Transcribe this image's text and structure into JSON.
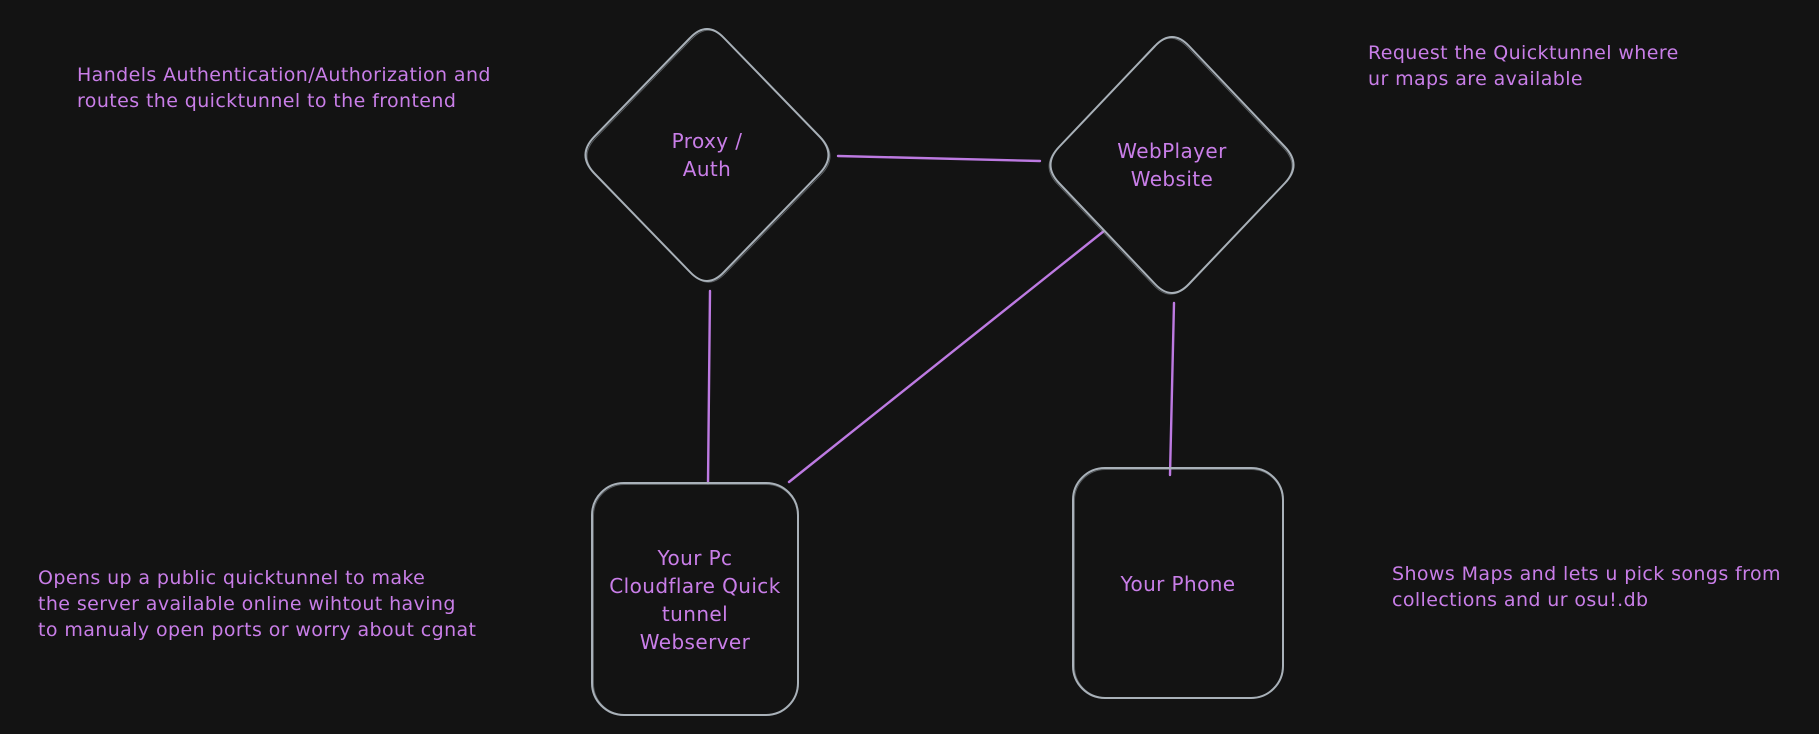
{
  "canvas": {
    "background": "#131313",
    "shape_stroke_color": "#a9b1b9",
    "connector_color": "#bd7ae2",
    "text_color": "#c97ee8"
  },
  "nodes": [
    {
      "id": "proxy-auth",
      "shape": "diamond",
      "label": "Proxy /\nAuth"
    },
    {
      "id": "webplayer-website",
      "shape": "diamond",
      "label": "WebPlayer\nWebsite"
    },
    {
      "id": "pc-webserver",
      "shape": "rounded-rectangle",
      "label": "Your Pc\nCloudflare Quick\ntunnel\nWebserver"
    },
    {
      "id": "your-phone",
      "shape": "rounded-rectangle",
      "label": "Your Phone"
    }
  ],
  "edges": [
    {
      "from": "proxy-auth",
      "to": "webplayer-website"
    },
    {
      "from": "proxy-auth",
      "to": "pc-webserver"
    },
    {
      "from": "webplayer-website",
      "to": "pc-webserver"
    },
    {
      "from": "webplayer-website",
      "to": "your-phone"
    }
  ],
  "annotations": [
    {
      "id": "top-left",
      "text": "Handels Authentication/Authorization and\nroutes the quicktunnel to the frontend"
    },
    {
      "id": "top-right",
      "text": "Request the Quicktunnel where\nur maps are available"
    },
    {
      "id": "bottom-left",
      "text": "Opens up a public quicktunnel to make\nthe server available online wihtout having\nto manualy open ports or worry about cgnat"
    },
    {
      "id": "bottom-right",
      "text": "Shows Maps and lets u pick songs from\ncollections and ur osu!.db"
    }
  ]
}
